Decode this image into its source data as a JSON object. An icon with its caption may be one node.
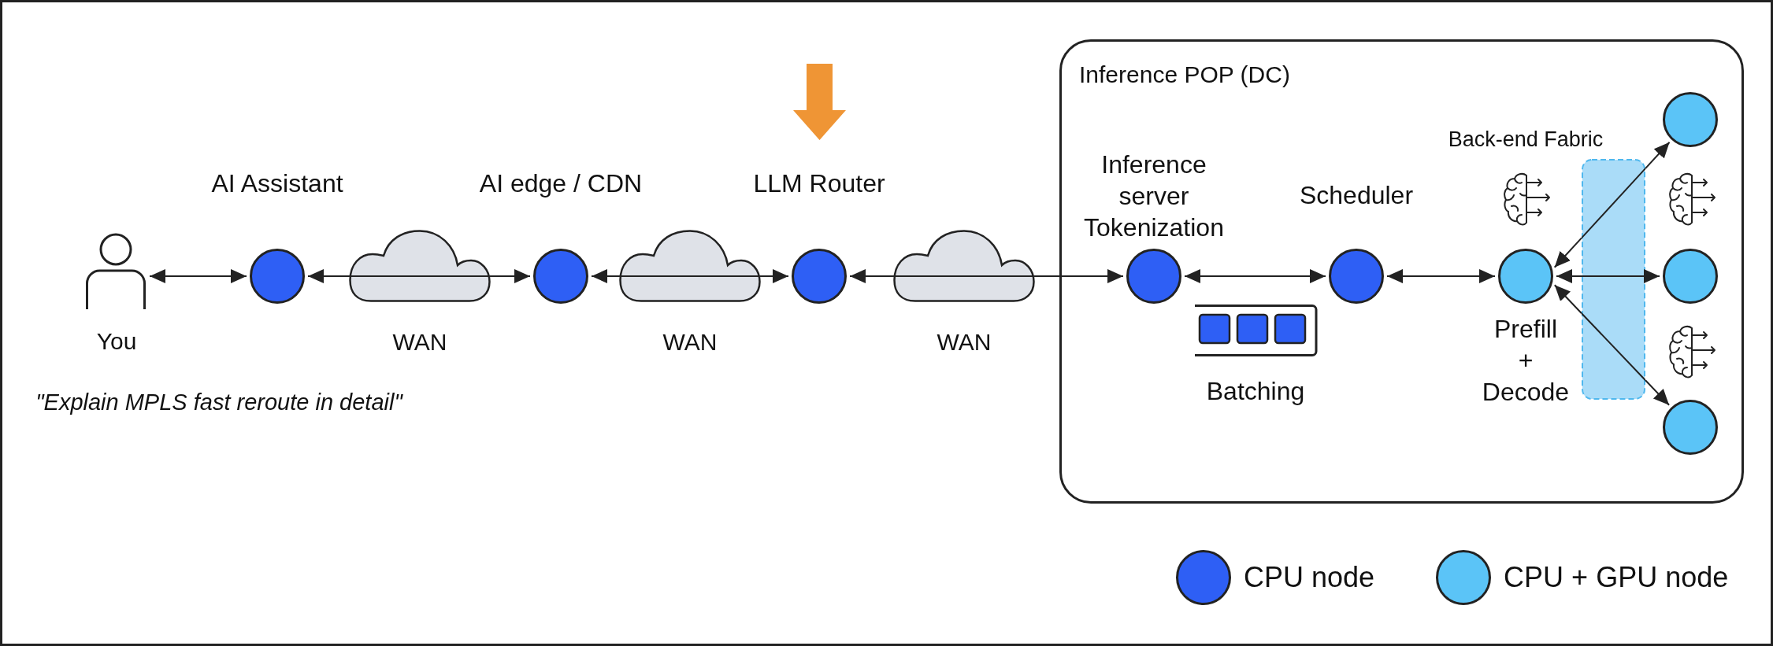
{
  "diagram": {
    "nodes": [
      {
        "text": [
          "You"
        ],
        "beside": [
          "\"Explain MPLS fast reroute in detail\""
        ]
      },
      {
        "text": [
          "AI Assistant"
        ]
      },
      {
        "text": [
          "WAN"
        ]
      },
      {
        "text": [
          "AI edge / CDN"
        ]
      },
      {
        "text": [
          "WAN"
        ]
      },
      {
        "text": [
          "LLM Router"
        ]
      },
      {
        "text": [
          "WAN"
        ]
      },
      {
        "text": [
          "Inference POP (DC)"
        ]
      },
      {
        "text": [
          "Inference server Tokenization"
        ],
        "in": 7
      },
      {
        "text": [
          "Batching"
        ],
        "in": 7
      },
      {
        "text": [
          "Scheduler"
        ],
        "in": 7
      },
      {
        "text": [
          "Back-end Fabric"
        ],
        "in": 7
      },
      {
        "text": [
          "Prefill + Decode"
        ],
        "in": 7
      },
      {
        "text": [],
        "shape": "circle",
        "in": 7
      },
      {
        "text": [],
        "shape": "circle",
        "in": 7
      },
      {
        "text": [],
        "shape": "circle",
        "in": 7
      }
    ],
    "edges": [
      {
        "from": 0,
        "to": 1,
        "arrow": "both"
      },
      {
        "from": 2,
        "to": 1,
        "arrow": "to"
      },
      {
        "from": 2,
        "to": 3,
        "arrow": "to"
      },
      {
        "from": 4,
        "to": 3,
        "arrow": "to"
      },
      {
        "from": 4,
        "to": 5,
        "arrow": "to"
      },
      {
        "from": 6,
        "to": 5,
        "arrow": "to"
      },
      {
        "from": 6,
        "to": 8,
        "arrow": "to"
      },
      {
        "from": 8,
        "to": 10,
        "arrow": "both"
      },
      {
        "from": 10,
        "to": 12,
        "arrow": "both"
      },
      {
        "from": 11,
        "to": 12,
        "arrow": "to"
      },
      {
        "from": 11,
        "to": 12,
        "arrow": "to"
      },
      {
        "from": 11,
        "to": 12,
        "arrow": "to"
      },
      {
        "from": 11,
        "to": 13,
        "arrow": "to"
      },
      {
        "from": 11,
        "to": 14,
        "arrow": "to"
      },
      {
        "from": 11,
        "to": 15,
        "arrow": "to"
      }
    ],
    "legend": [
      {
        "text": "CPU node",
        "color": "#2e5ff5"
      },
      {
        "text": "CPU + GPU node",
        "color": "#5bc4f7"
      }
    ]
  }
}
